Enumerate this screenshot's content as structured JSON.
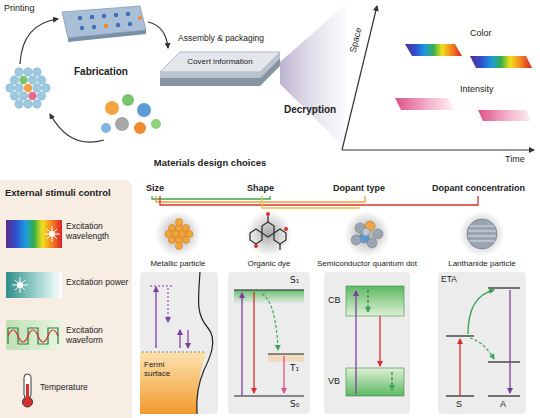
{
  "diagram": {
    "nodes": [
      {
        "text": [
          "External stimuli control",
          "Excitation wavelength",
          "Excitation power",
          "Excitation waveform",
          "Temperature"
        ]
      },
      {
        "text": [
          "Covert information"
        ]
      },
      {
        "text": [
          "Fermi surface"
        ]
      },
      {
        "text": [
          "S₁",
          "T₁",
          "S₀"
        ]
      },
      {
        "text": [
          "CB",
          "VB"
        ]
      },
      {
        "text": [
          "ETA",
          "S",
          "A"
        ]
      }
    ],
    "labels": [
      "Printing",
      "Assembly & packaging",
      "Fabrication",
      "Decryption",
      "Space",
      "Time",
      "Color",
      "Intensity",
      "Materials design choices",
      "Size",
      "Shape",
      "Dopant type",
      "Dopant concentration",
      "Metallic particle",
      "Organic dye",
      "Semiconductor quantum dot",
      "Lanthanide particle"
    ]
  }
}
